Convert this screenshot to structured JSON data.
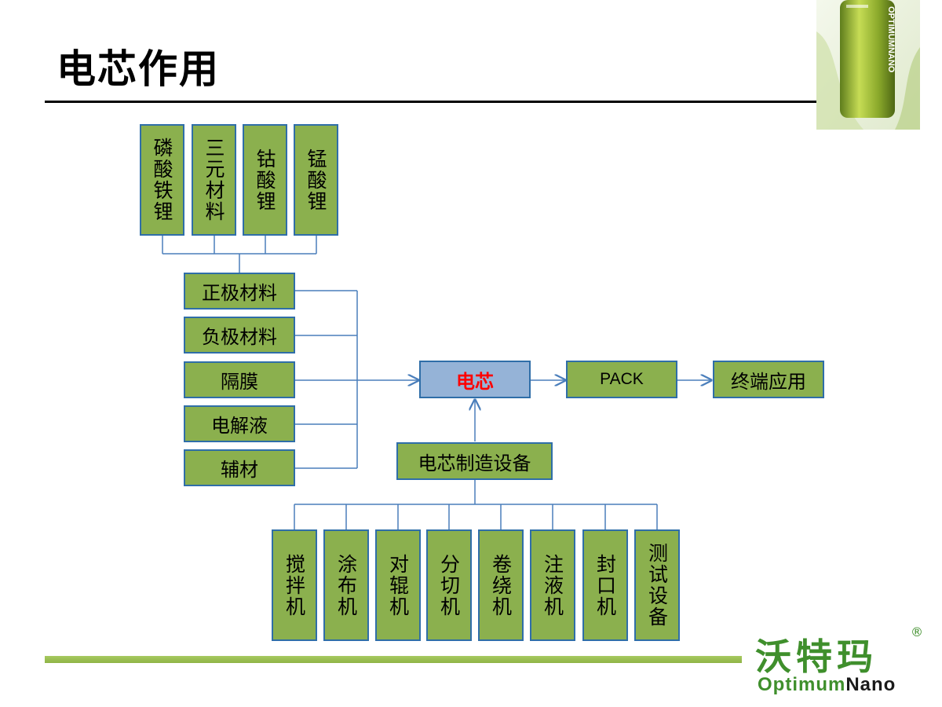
{
  "title": "电芯作用",
  "cathode_types": [
    "磷酸铁锂",
    "三元材料",
    "钴酸锂",
    "锰酸锂"
  ],
  "materials": [
    "正极材料",
    "负极材料",
    "隔膜",
    "电解液",
    "辅材"
  ],
  "flow": {
    "core": "电芯",
    "pack": "PACK",
    "end": "终端应用"
  },
  "equipment": {
    "label": "电芯制造设备",
    "items": [
      "搅拌机",
      "涂布机",
      "对辊机",
      "分切机",
      "卷绕机",
      "注液机",
      "封口机",
      "测试设备"
    ]
  },
  "logo": {
    "cn": "沃特玛",
    "en_part1": "Optimum",
    "en_part2": "Nano",
    "reg": "®"
  },
  "colors": {
    "box_fill": "#8bb04e",
    "box_border": "#2f6ea8",
    "core_fill": "#95b3d7",
    "core_text": "#ff0000",
    "logo_green": "#3f8f2c"
  }
}
